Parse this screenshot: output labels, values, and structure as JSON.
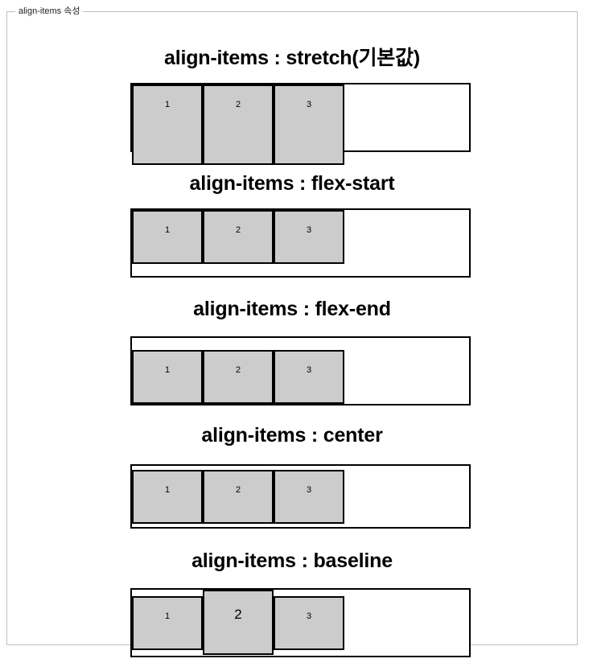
{
  "page": {
    "legend": "align-items 속성",
    "background_color": "#ffffff",
    "border_color": "#c0c0c0"
  },
  "style": {
    "item_fill": "#cccccc",
    "item_border": "#000000",
    "container_border": "#000000"
  },
  "sections": [
    {
      "id": "stretch",
      "title": "align-items : stretch(기본값)",
      "align_items": "stretch",
      "items": [
        {
          "label": "1",
          "size": "normal"
        },
        {
          "label": "2",
          "size": "normal"
        },
        {
          "label": "3",
          "size": "normal"
        }
      ]
    },
    {
      "id": "flex-start",
      "title": "align-items : flex-start",
      "align_items": "flex-start",
      "items": [
        {
          "label": "1",
          "size": "normal"
        },
        {
          "label": "2",
          "size": "normal"
        },
        {
          "label": "3",
          "size": "normal"
        }
      ]
    },
    {
      "id": "flex-end",
      "title": "align-items : flex-end",
      "align_items": "flex-end",
      "items": [
        {
          "label": "1",
          "size": "normal"
        },
        {
          "label": "2",
          "size": "normal"
        },
        {
          "label": "3",
          "size": "normal"
        }
      ]
    },
    {
      "id": "center",
      "title": "align-items : center",
      "align_items": "center",
      "items": [
        {
          "label": "1",
          "size": "normal"
        },
        {
          "label": "2",
          "size": "normal"
        },
        {
          "label": "3",
          "size": "normal"
        }
      ]
    },
    {
      "id": "baseline",
      "title": "align-items : baseline",
      "align_items": "baseline",
      "items": [
        {
          "label": "1",
          "size": "normal"
        },
        {
          "label": "2",
          "size": "big"
        },
        {
          "label": "3",
          "size": "normal"
        }
      ]
    }
  ]
}
